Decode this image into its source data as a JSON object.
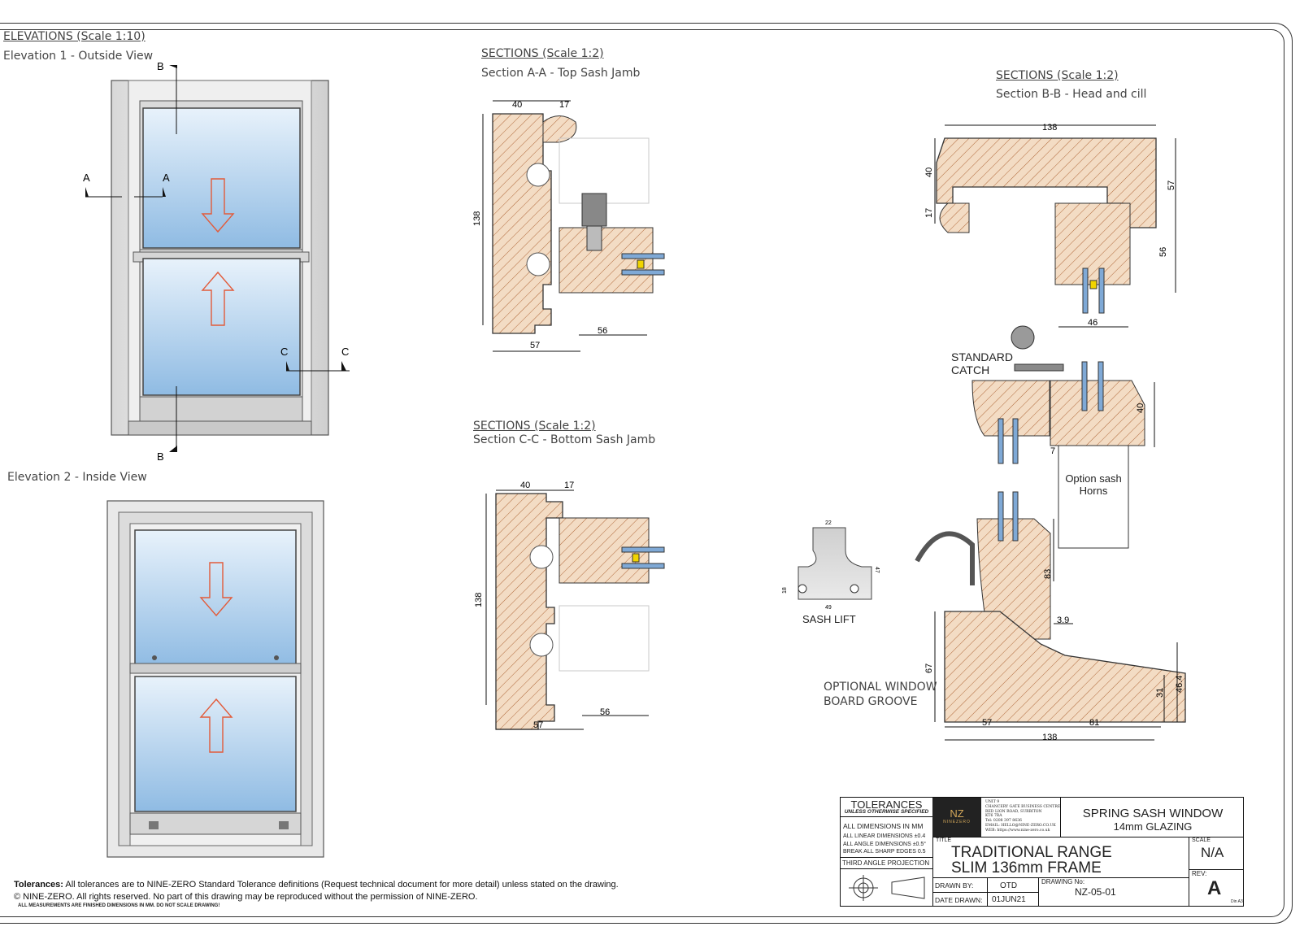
{
  "elevations": {
    "heading": "ELEVATIONS (Scale 1:10)",
    "view1": "Elevation 1 - Outside View",
    "view2": "Elevation 2 - Inside View",
    "markers": {
      "a": "A",
      "b": "B",
      "c": "C"
    }
  },
  "section_aa": {
    "heading": "SECTIONS (Scale 1:2)",
    "subtitle": "Section A-A - Top Sash Jamb",
    "dims": {
      "top_left": "40",
      "top_right": "17",
      "height": "138",
      "bottom_left": "57",
      "bottom_right": "56"
    }
  },
  "section_cc": {
    "heading": "SECTIONS (Scale 1:2)",
    "subtitle": "Section C-C - Bottom Sash Jamb",
    "dims": {
      "top_left": "40",
      "top_right": "17",
      "height": "138",
      "bottom_left": "57",
      "bottom_right": "56"
    }
  },
  "section_bb": {
    "heading": "SECTIONS (Scale 1:2)",
    "subtitle": "Section B-B - Head and cill",
    "dims": {
      "head_width": "138",
      "left_40": "40",
      "left_17": "17",
      "right_57": "57",
      "right_56": "56",
      "bottom_46": "46",
      "mid_40": "40",
      "mid_7": "7",
      "cill_83": "83",
      "cill_39": "3.9",
      "cill_67": "67",
      "cill_57": "57",
      "cill_81": "81",
      "cill_138": "138",
      "cill_31": "31",
      "cill_464": "46.4"
    },
    "labels": {
      "catch": [
        "STANDARD",
        "CATCH"
      ],
      "horns": [
        "Option sash",
        "Horns"
      ],
      "groove": [
        "OPTIONAL WINDOW",
        "BOARD GROOVE"
      ]
    }
  },
  "sash_lift": {
    "label": "SASH LIFT",
    "dims": {
      "w": "22",
      "h": "47",
      "side": "18",
      "base": "49"
    }
  },
  "title_block": {
    "tolerances": {
      "title": "TOLERANCES",
      "subtitle": "UNLESS OTHERWISE SPECIFIED",
      "lines": [
        "ALL DIMENSIONS IN MM",
        "ALL LINEAR DIMENSIONS ±0.4",
        "ALL ANGLE DIMENSIONS ±0.5°",
        "BREAK ALL SHARP EDGES 0.5"
      ],
      "projection": "THIRD ANGLE PROJECTION"
    },
    "logo": {
      "top": "NZ",
      "bottom": "NINEZERO"
    },
    "address": [
      "UNIT 9",
      "CHANCERY GATE BUSINESS CENTRE",
      "RED LION ROAD, SURBITON",
      "KT6 7RA",
      "Tel: 0208 397 8636",
      "EMAIL: HELLO@NINE-ZERO.CO.UK",
      "WEB: https://www.nine-zero.co.uk"
    ],
    "product": [
      "SPRING SASH WINDOW",
      "14mm GLAZING"
    ],
    "title_label": "TITLE",
    "title": [
      "TRADITIONAL RANGE",
      "SLIM 136mm FRAME"
    ],
    "scale_label": "SCALE",
    "scale": "N/A",
    "rev_label": "REV:",
    "rev": "A",
    "drawn_by_label": "DRAWN BY:",
    "drawn_by": "OTD",
    "date_label": "DATE DRAWN:",
    "date": "01JUN21",
    "drawing_no_label": "DRAWING No:",
    "drawing_no": "NZ-05-01",
    "sheet": "Din A3"
  },
  "footer": {
    "tolerance_bold": "Tolerances:",
    "tolerance_text": " All tolerances are to NINE-ZERO Standard Tolerance definitions (Request technical document for more detail) unless stated on the drawing.",
    "copyright": "© NINE-ZERO. All rights reserved. No part of this drawing may be reproduced without the permission of NINE-ZERO.",
    "measurements": "ALL MEASUREMENTS ARE FINISHED DIMENSIONS IN MM.   DO NOT SCALE DRAWING!"
  },
  "colors": {
    "timber": "#f3dcc4",
    "hatch": "#b0683a",
    "glass_top": "#e8f2fb",
    "glass_bottom": "#8fbbe3",
    "glass_blue": "#7fa9d6",
    "arrow": "#e25b3a",
    "gasket_yellow": "#f1d400"
  }
}
